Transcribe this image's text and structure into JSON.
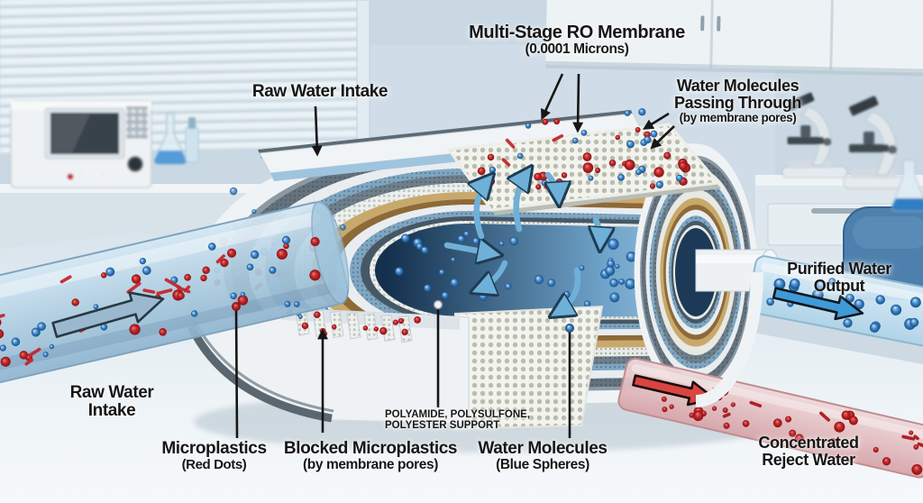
{
  "labels": {
    "raw_water_top": "Raw Water Intake",
    "membrane_line1": "Multi-Stage RO Membrane",
    "membrane_line2": "(0.0001 Microns)",
    "passing_line1": "Water Molecules",
    "passing_line2": "Passing Through",
    "passing_line3": "(by membrane pores)",
    "purified_line1": "Purified Water",
    "purified_line2": "Output",
    "reject_line1": "Concentrated",
    "reject_line2": "Reject Water",
    "raw_water_bottom_line1": "Raw Water",
    "raw_water_bottom_line2": "Intake",
    "microplastics_line1": "Microplastics",
    "microplastics_line2": "(Red Dots)",
    "blocked_line1": "Blocked Microplastics",
    "blocked_line2": "(by membrane pores)",
    "support_line1": "POLYAMIDE, POLYSULFONE,",
    "support_line2": "POLYESTER SUPPORT",
    "molecules_line1": "Water Molecules",
    "molecules_line2": "(Blue Spheres)"
  },
  "colors": {
    "microplastics_red": "#c3272b",
    "water_blue": "#3d85c8",
    "flow_arrow_blue": "#6fb0d8",
    "reject_arrow_red": "#d9453f",
    "intake_arrow_gray_blue": "#9cb8cf",
    "membrane_tan": "#c8a96b",
    "membrane_steel": "#64727e",
    "label_text": "#161616"
  }
}
